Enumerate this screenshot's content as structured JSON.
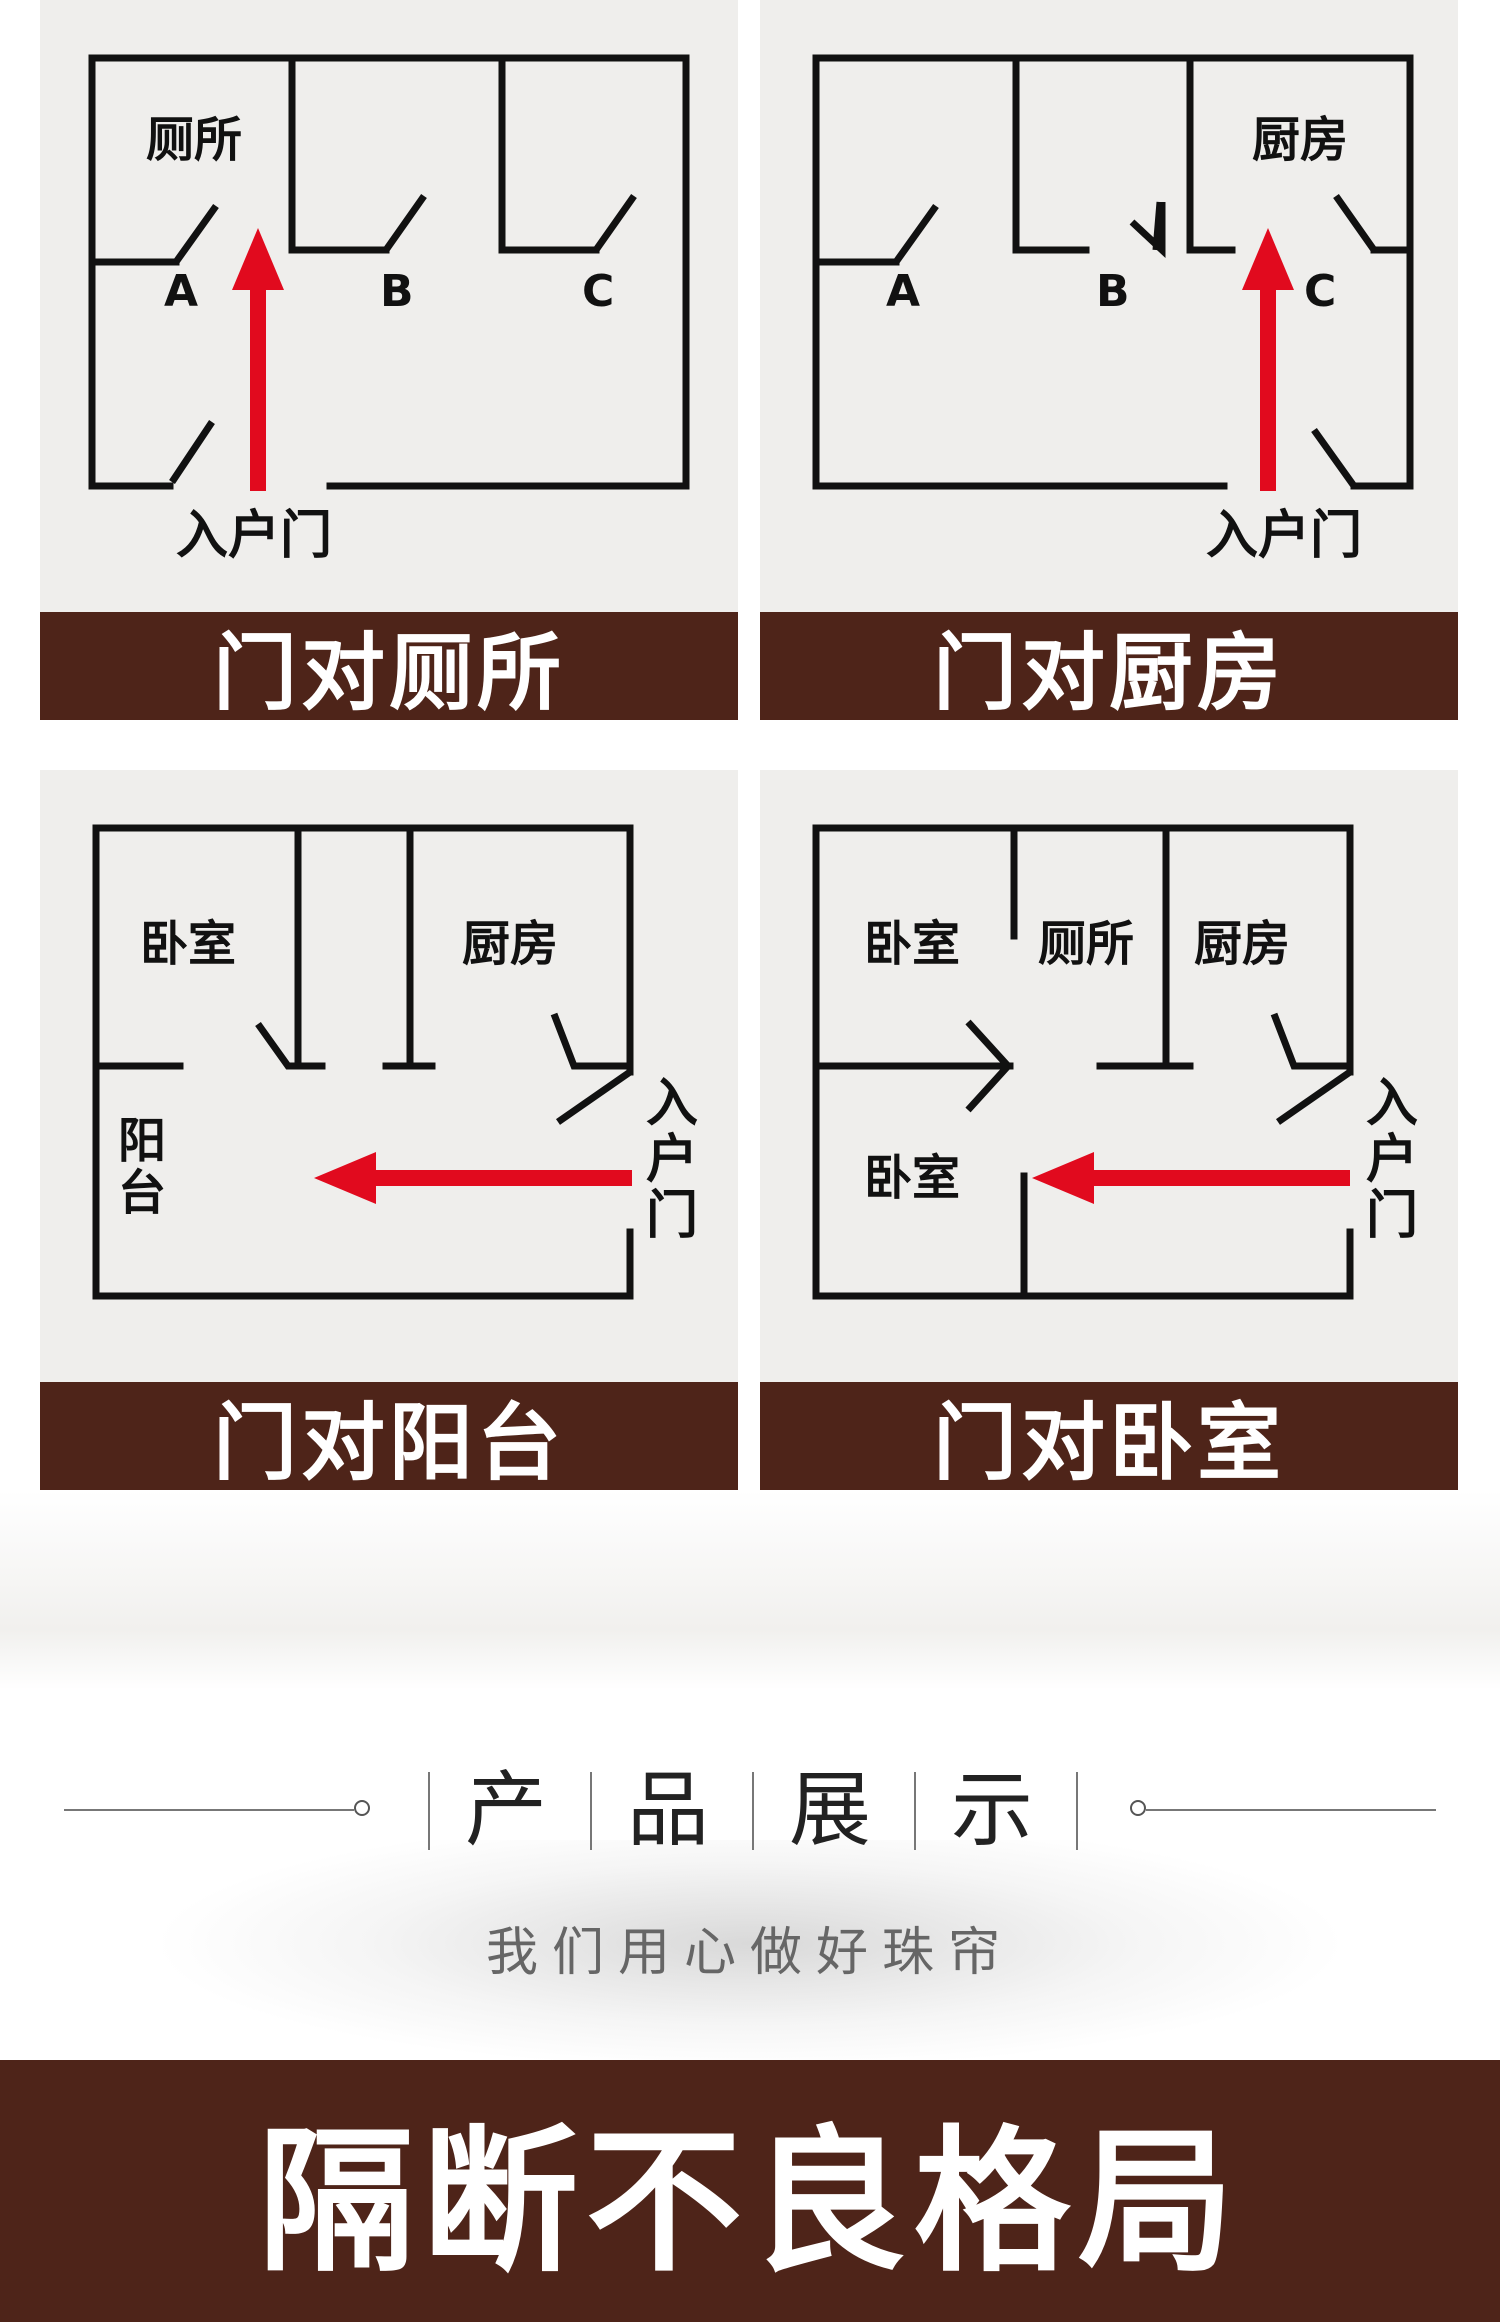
{
  "panels": [
    {
      "caption": "门对厕所",
      "rooms": [
        "厕所"
      ],
      "doors": [
        "A",
        "B",
        "C"
      ],
      "entry": "入户门"
    },
    {
      "caption": "门对厨房",
      "rooms": [
        "厨房"
      ],
      "doors": [
        "A",
        "B",
        "C"
      ],
      "entry": "入户门"
    },
    {
      "caption": "门对阳台",
      "rooms": [
        "卧室",
        "厨房",
        "阳台"
      ],
      "entry": "入户门"
    },
    {
      "caption": "门对卧室",
      "rooms": [
        "卧室",
        "厕所",
        "厨房",
        "卧室"
      ],
      "entry": "入户门"
    }
  ],
  "section": {
    "heading": [
      "产",
      "品",
      "展",
      "示"
    ],
    "tagline": "我们用心做好珠帘"
  },
  "banner": {
    "title": "隔断不良格局"
  },
  "colors": {
    "brown": "#4e2419",
    "arrow_red": "#e10a1e",
    "panel_bg": "#efeeec",
    "wall": "#111111"
  }
}
